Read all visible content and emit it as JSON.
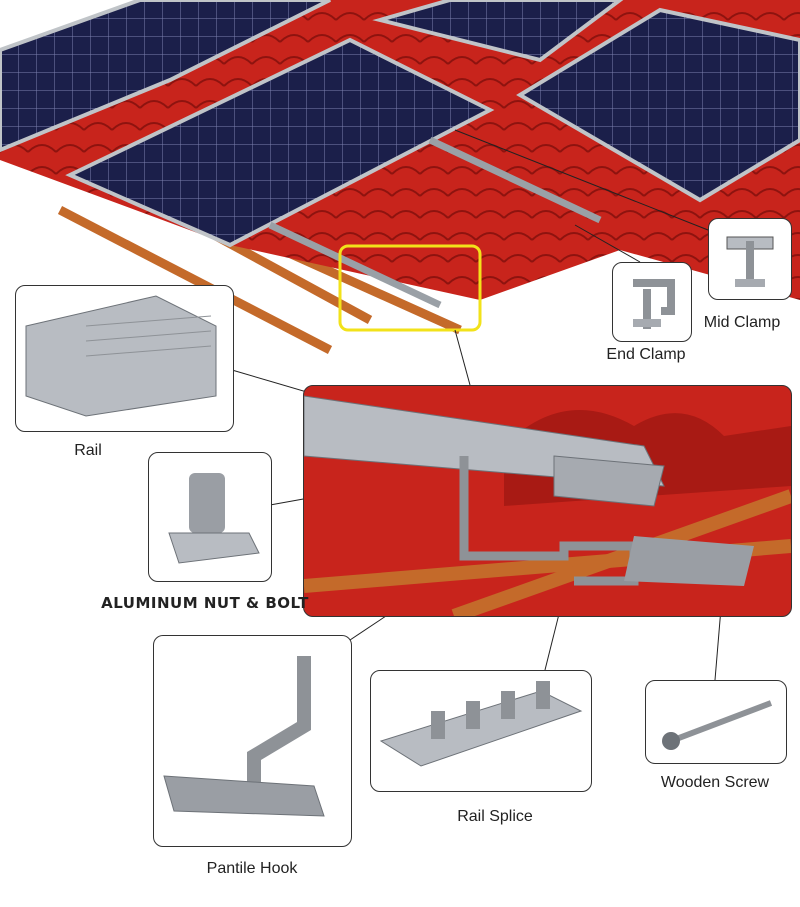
{
  "labels": {
    "mid_clamp": "Mid Clamp",
    "end_clamp": "End Clamp",
    "rail": "Rail",
    "nut_bolt": "ALUMINUM NUT & BOLT",
    "pantile_hook": "Pantile Hook",
    "rail_splice": "Rail Splice",
    "wooden_screw": "Wooden Screw"
  },
  "colors": {
    "roof_tile": "#c8241c",
    "panel": "#1b1f4a",
    "highlight": "#f2e21a",
    "wood": "#c46a2a",
    "aluminum": "#b8bcc2"
  }
}
